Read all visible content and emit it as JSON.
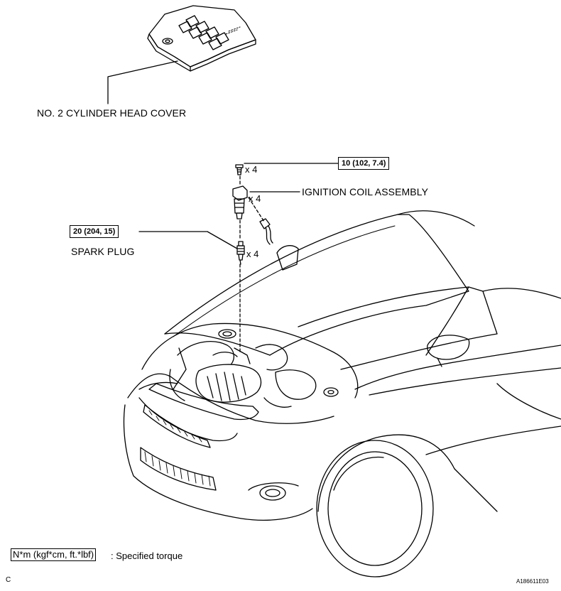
{
  "labels": {
    "cylinder_head_cover": "NO. 2 CYLINDER HEAD COVER",
    "ignition_coil": "IGNITION COIL ASSEMBLY",
    "spark_plug": "SPARK PLUG"
  },
  "torques": {
    "bolt": "10 (102, 7.4)",
    "spark_plug": "20 (204, 15)"
  },
  "quantities": {
    "bolt": "x 4",
    "ignition_coil": "x 4",
    "spark_plug": "x 4"
  },
  "legend": {
    "unit_box": "N*m (kgf*cm, ft.*lbf)",
    "description": ": Specified torque"
  },
  "corner_code": "C",
  "figure_id": "A186611E03"
}
